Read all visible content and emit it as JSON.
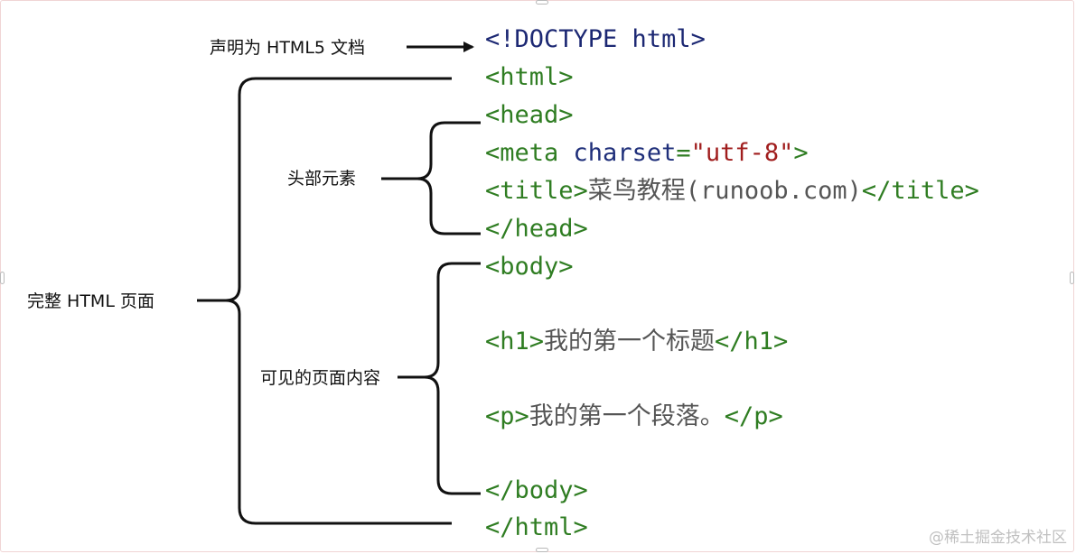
{
  "labels": {
    "doctype_label": "声明为 HTML5 文档",
    "head_label": "头部元素",
    "page_label": "完整 HTML 页面",
    "body_label": "可见的页面内容"
  },
  "code": {
    "doctype": "<!DOCTYPE html>",
    "html_open": "<html>",
    "head_open": "<head>",
    "meta_tag_open": "<meta",
    "meta_attr": "charset",
    "meta_eq": "=",
    "meta_value": "\"utf-8\"",
    "meta_close": ">",
    "title_open": "<title>",
    "title_text": "菜鸟教程(runoob.com)",
    "title_close": "</title>",
    "head_close": "</head>",
    "body_open": "<body>",
    "h1_open": "<h1>",
    "h1_text": "我的第一个标题",
    "h1_close": "</h1>",
    "p_open": "<p>",
    "p_text": "我的第一个段落。",
    "p_close": "</p>",
    "body_close": "</body>",
    "html_close": "</html>"
  },
  "watermark": "@稀土掘金技术社区",
  "colors": {
    "tag": "#2f7d22",
    "attribute": "#1f2f7a",
    "string": "#a01d1d",
    "text": "#555555",
    "doctype": "#1c2873",
    "bracket_line": "#111111"
  }
}
